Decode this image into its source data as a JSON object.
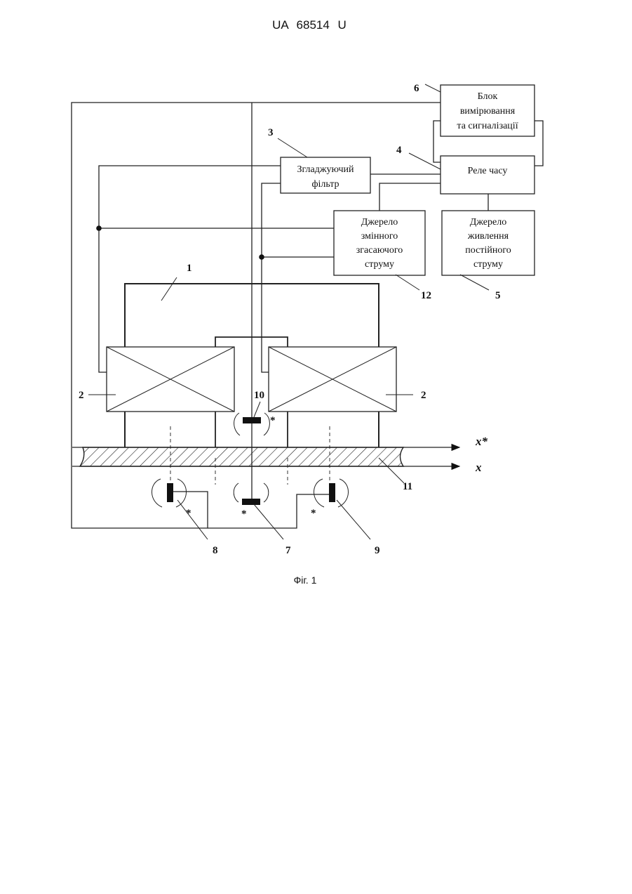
{
  "header": {
    "doc_id": "UA   68514   U"
  },
  "figure": {
    "caption": "Фіг. 1",
    "blocks": {
      "measure": [
        "Блок",
        "вимірювання",
        "та сигналізації"
      ],
      "filter": [
        "Згладжуючий",
        "фільтр"
      ],
      "relay": [
        "Реле часу"
      ],
      "ac_source": [
        "Джерело",
        "змінного",
        "згасаючого",
        "струму"
      ],
      "dc_source": [
        "Джерело",
        "живлення",
        "постійного",
        "струму"
      ]
    },
    "labels": {
      "n1": "1",
      "n2a": "2",
      "n2b": "2",
      "n3": "3",
      "n4": "4",
      "n5": "5",
      "n6": "6",
      "n7": "7",
      "n8": "8",
      "n9": "9",
      "n10": "10",
      "n11": "11",
      "n12": "12"
    },
    "axes": {
      "x_star": "x*",
      "x": "x"
    },
    "sensor_marks": {
      "star": "*"
    }
  }
}
